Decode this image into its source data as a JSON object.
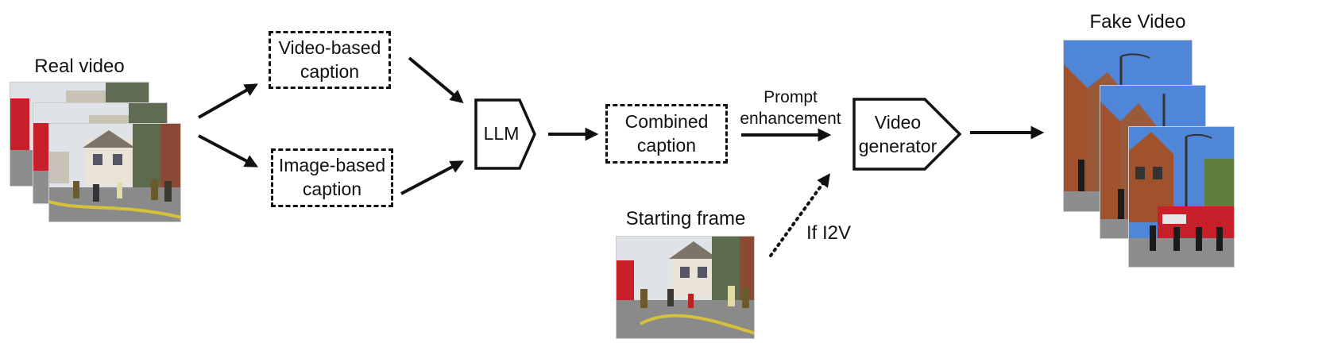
{
  "diagram": {
    "real_video_label": "Real video",
    "video_caption": "Video-based\ncaption",
    "image_caption": "Image-based\ncaption",
    "llm_label": "LLM",
    "combined_caption": "Combined\ncaption",
    "prompt_enhancement": "Prompt\nenhancement",
    "video_generator": "Video\ngenerator",
    "fake_video_label": "Fake Video",
    "starting_frame_label": "Starting frame",
    "if_i2v_label": "If I2V"
  },
  "colors": {
    "sky_gray": "#dfe3e8",
    "sky_blue": "#4f86d8",
    "brick": "#a0522d",
    "siding": "#c8b89a",
    "asphalt": "#8d8d8d",
    "hose": "#d6c23a",
    "truck_red": "#c8202a"
  }
}
